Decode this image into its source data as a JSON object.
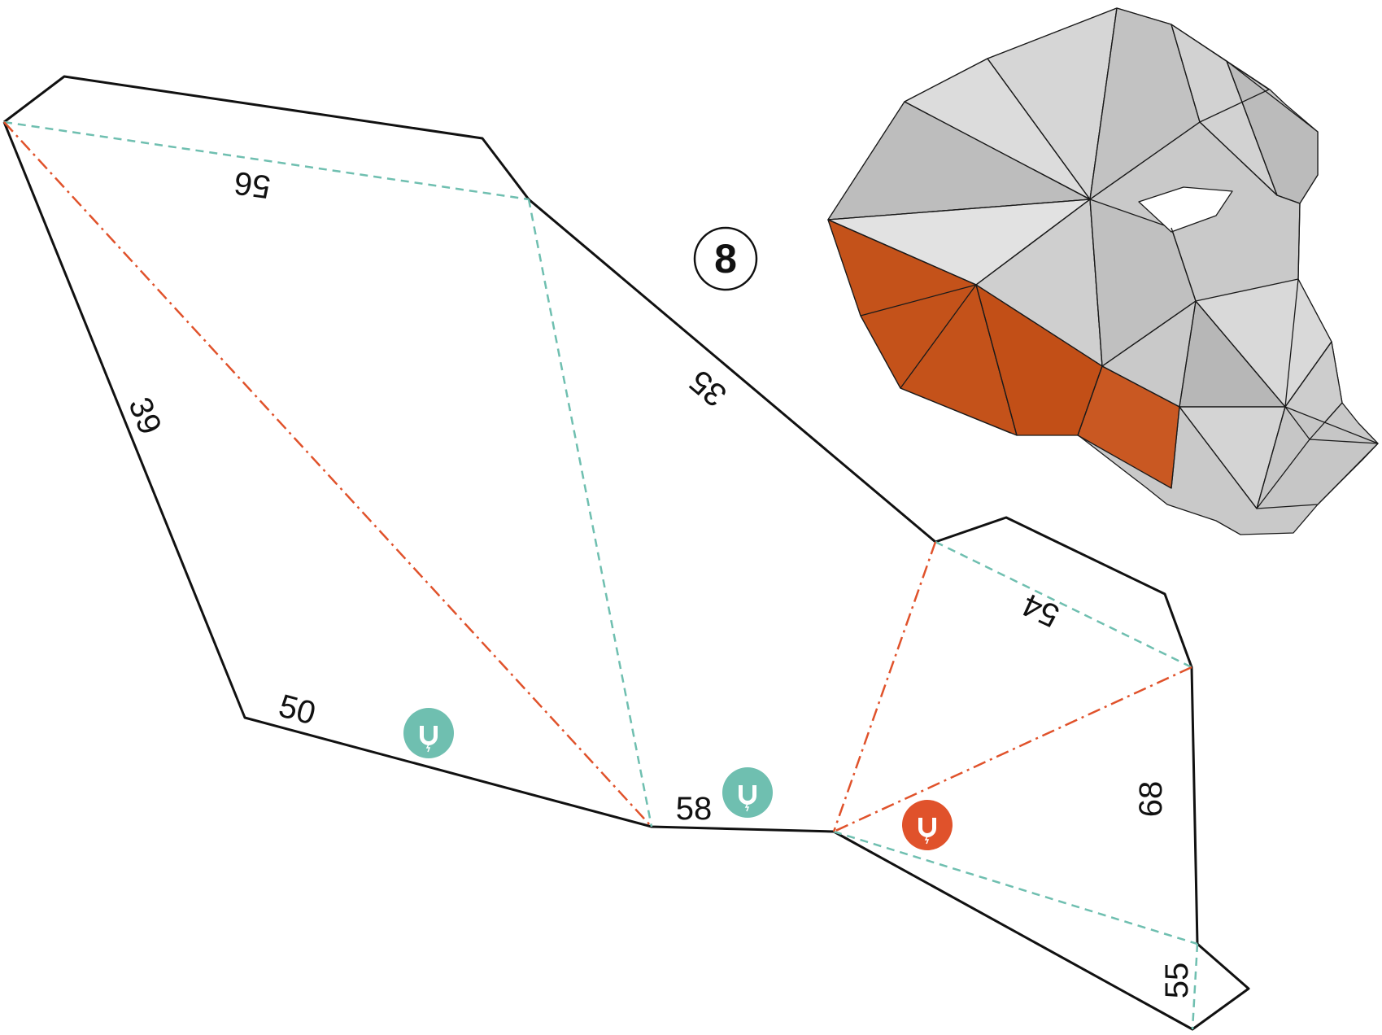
{
  "piece": {
    "number": "8"
  },
  "edge_labels": {
    "top_left": "56",
    "left_side": "39",
    "right_diagonal": "35",
    "bottom_left": "50",
    "bottom_middle": "58",
    "right_top": "54",
    "right_side": "68",
    "right_bottom": "55"
  },
  "magnets": [
    {
      "name": "magnet-icon",
      "color": "#6fbfb0"
    },
    {
      "name": "magnet-icon",
      "color": "#6fbfb0"
    },
    {
      "name": "magnet-icon",
      "color": "#e0522b"
    }
  ],
  "colors": {
    "outline": "#111111",
    "valley_fold": "#6fbfb0",
    "mountain_fold": "#e0522b",
    "mask_face": "#c8c8c8",
    "mask_highlight": "#c4521a"
  },
  "legend_semantics": {
    "dashed_teal": "valley-fold",
    "dash_dot_orange": "mountain-fold"
  }
}
